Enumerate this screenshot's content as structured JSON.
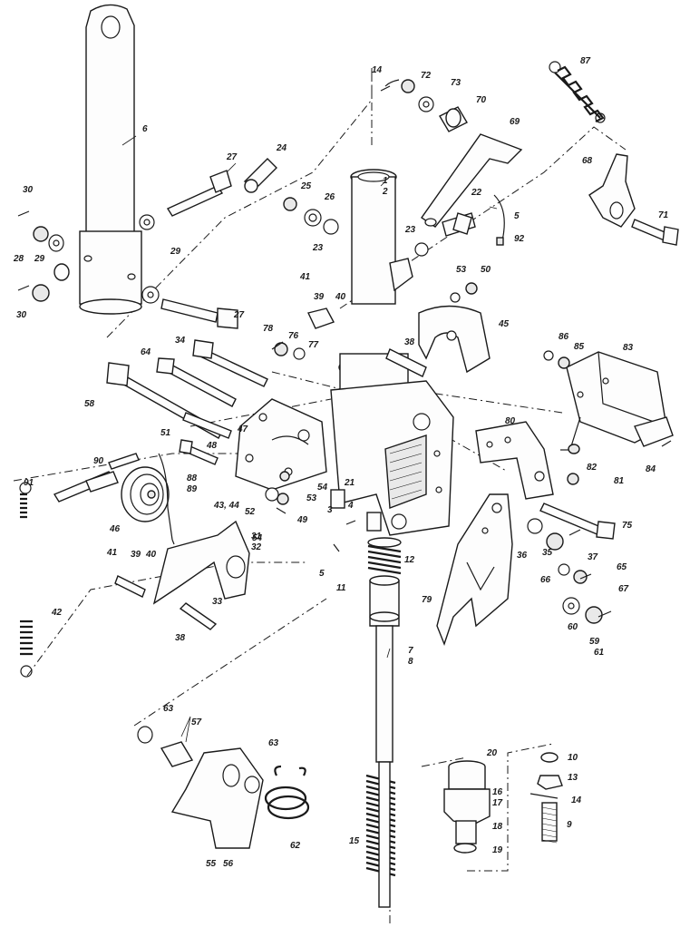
{
  "labels": {
    "l1": "1",
    "l2": "2",
    "l3": "3",
    "l4": "4",
    "l5a": "5",
    "l5b": "5",
    "l6": "6",
    "l7": "7",
    "l8": "8",
    "l9": "9",
    "l10": "10",
    "l11": "11",
    "l12": "12",
    "l13": "13",
    "l14a": "14",
    "l14b": "14",
    "l15": "15",
    "l16": "16",
    "l17": "17",
    "l18": "18",
    "l19": "19",
    "l20": "20",
    "l21": "21",
    "l22": "22",
    "l23a": "23",
    "l23b": "23",
    "l24": "24",
    "l25": "25",
    "l26": "26",
    "l27a": "27",
    "l27b": "27",
    "l28": "28",
    "l29a": "29",
    "l29b": "29",
    "l30a": "30",
    "l30b": "30",
    "l31": "31",
    "l32": "32",
    "l33": "33",
    "l34": "34",
    "l35": "35",
    "l36": "36",
    "l37": "37",
    "l38a": "38",
    "l38b": "38",
    "l39a": "39",
    "l39b": "39",
    "l40a": "40",
    "l40b": "40",
    "l41a": "41",
    "l41b": "41",
    "l42": "42",
    "l43": "43, 44",
    "l45": "45",
    "l46": "46",
    "l47": "47",
    "l48": "48",
    "l49": "49",
    "l50": "50",
    "l51": "51",
    "l52": "52",
    "l53a": "53",
    "l53b": "53",
    "l54a": "54",
    "l54b": "54",
    "l55": "55",
    "l56": "56",
    "l57": "57",
    "l58": "58",
    "l59": "59",
    "l60": "60",
    "l61": "61",
    "l62": "62",
    "l63a": "63",
    "l63b": "63",
    "l64": "64",
    "l65": "65",
    "l66": "66",
    "l67": "67",
    "l68": "68",
    "l69": "69",
    "l70": "70",
    "l71": "71",
    "l72": "72",
    "l73": "73",
    "l75": "75",
    "l76": "76",
    "l77": "77",
    "l78": "78",
    "l79": "79",
    "l80": "80",
    "l81": "81",
    "l82": "82",
    "l83": "83",
    "l84": "84",
    "l85": "85",
    "l86": "86",
    "l87": "87",
    "l88": "88",
    "l89": "89",
    "l90": "90",
    "l91": "91",
    "l92": "92"
  }
}
